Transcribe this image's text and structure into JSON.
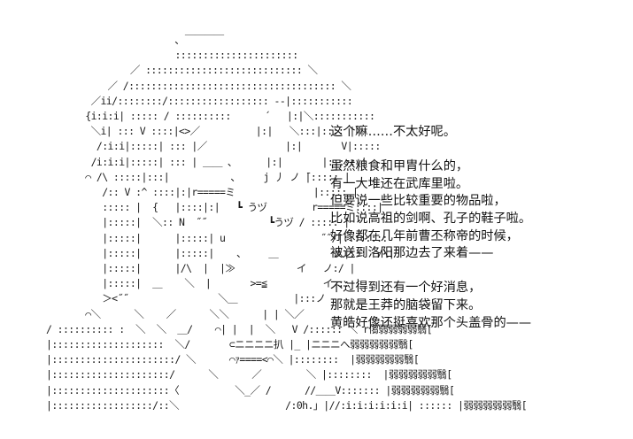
{
  "art": {
    "lines": [
      "                       ､ ￣￣￣￣",
      "                       ::::::::::::::::::::::",
      "               ／ :::::::::::::::::::::::::::: ＼",
      "           ／ /::::::::::::::::::::::::::::::::::::: ＼",
      "        ／ii/::::::::/:::::::::::::::::: --|:::::::::::",
      "       {i:i:i| ::::: / ::::::::::      ´   |:|＼:::::::::::",
      "        ＼i| ::: V ::::|<>／          |:|   ＼:::|:::: |〉",
      "         /:i:i|:::::| ::: |／              |:|       V|:::::",
      "        /i:i:i|:::::| ::: | ＿＿ ､      |:|       |::::: |",
      "       ⌒ /\\ :::::|:::|           ､     j 丿 ノ ̄|::::: |",
      "          /:: V :^ ::::|:|r=====ミ              |::::: |",
      "          ::::: |  {   |::::|:|   ┗ うヅ        r=====ミ::::|",
      "          |:::::|  ＼:: N  ˝˝           ┗うヅ / ::::: |",
      "          |:::::|      |:::::| u                 ˝˝/|::::::::",
      "          |:::::|      |:::::|    、    ＿          人|:::  /\\|",
      "          |:::::|      |/\\  |  |≫           イ   ノ:/ |",
      "          |:::::|  ＿    ＼  |       >=≦          イ :: |",
      "          ＞<˝˝                ＼＿          |:::ノ",
      "       ⌒＼      ＼    ／      ＼＼      | | ＼／",
      "/ :::::::::: :  ＼  ＼  ＿/    ⌒| |  |  ＼   V /:::::: ＼ r㑳弱弱弱弱翳[",
      "|::::::::::::::::::::  ＼/       ⊂ニニニニ扒 |_ |ニニニへ弱弱弱弱弱翳[",
      "|::::::::::::::::::::::/ ＼      ⌒ｧ====<⌒＼ |::::::::  |弱弱弱弱弱翳[",
      "|:::::::::::::::::::::/      ＼      ／        ＼ |::::::::  |弱弱弱弱弱翳[",
      "|:::::::::::::::::::::〈          ＼_／ /      //＿＿V::::::: |弱弱弱弱弱翳[",
      "|::::::::::::::::::/::＼                   /:0h.｣ |//:i:i:i:i:i:i| :::::: |弱弱弱弱弱翳["
    ]
  },
  "dialogue": {
    "lines": [
      "这个嘛……不太好呢。",
      "",
      "虽然粮食和甲胄什么的，",
      "有一大堆还在武库里啦。",
      "但要说一些比较重要的物品啦，",
      "比如说高祖的剑啊、孔子的鞋子啦。",
      "好像都在几年前曹丕称帝的时候，",
      "被送到洛阳那边去了来着——",
      "",
      "不过得到还有一个好消息，",
      "那就是王莽的脑袋留下来。",
      "黄皓好像还挺喜欢那个头盖骨的——"
    ]
  }
}
